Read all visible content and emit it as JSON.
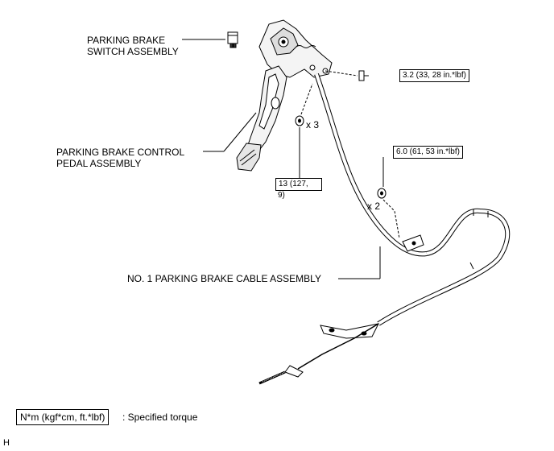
{
  "labels": {
    "switch_line1": "PARKING BRAKE",
    "switch_line2": "SWITCH ASSEMBLY",
    "pedal_line1": "PARKING BRAKE CONTROL",
    "pedal_line2": "PEDAL ASSEMBLY",
    "cable": "NO. 1 PARKING BRAKE CABLE ASSEMBLY"
  },
  "torques": {
    "bolt": "3.2 (33, 28 in.*lbf)",
    "nut_cable": "6.0 (61, 53 in.*lbf)",
    "nut_pedal_line1": "13 (127,",
    "nut_pedal_line2": "9)"
  },
  "quantities": {
    "pedal_nuts": "x 3",
    "cable_nuts": "x 2"
  },
  "legend": {
    "unit_box": "N*m (kgf*cm, ft.*lbf)",
    "description": ": Specified torque"
  },
  "illustration_code": "H"
}
